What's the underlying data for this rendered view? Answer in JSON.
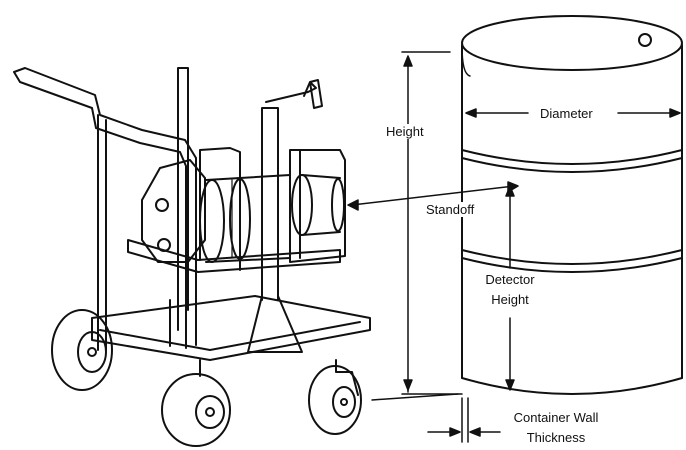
{
  "labels": {
    "height": "Height",
    "diameter": "Diameter",
    "standoff": "Standoff",
    "detector_height": [
      "Detector",
      "Height"
    ],
    "container_wall_thickness": [
      "Container Wall",
      "Thickness"
    ]
  },
  "colors": {
    "line": "#111111",
    "background": "#ffffff"
  }
}
